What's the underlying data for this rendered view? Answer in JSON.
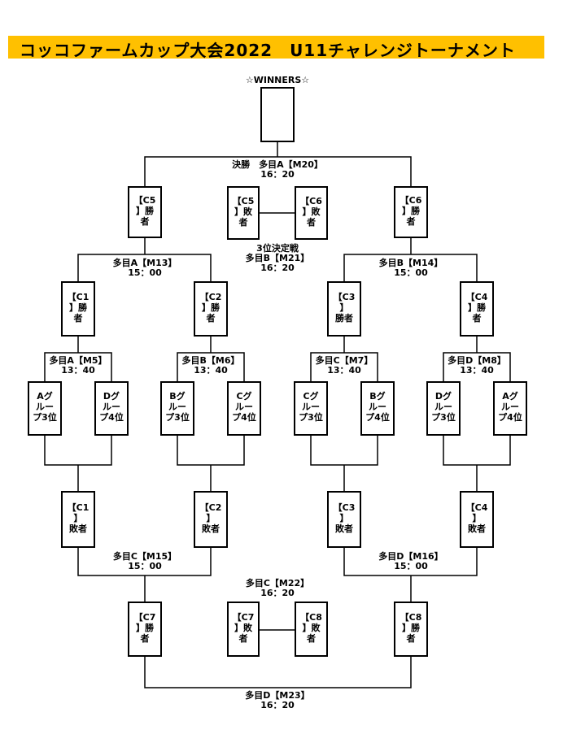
{
  "title": "コッコファームカップ大会2022　U11チャレンジトーナメント",
  "winners_label": "☆WINNERS☆",
  "winner_box": "",
  "boxes": {
    "c5_winner": "【C5\n】勝\n者",
    "c5_loser": "【C5\n】敗\n者",
    "c6_loser": "【C6\n】敗\n者",
    "c6_winner": "【C6\n】勝\n者",
    "c1_winner": "【C1\n】勝\n者",
    "c2_winner": "【C2\n】勝\n者",
    "c3_winner": "【C3\n】\n勝者",
    "c4_winner": "【C4\n】勝\n者",
    "a3": "Aグ\nルー\nプ3位",
    "d4": "Dグ\nルー\nプ4位",
    "b3": "Bグ\nルー\nプ3位",
    "c4g": "Cグ\nルー\nプ4位",
    "c3g": "Cグ\nルー\nプ3位",
    "b4": "Bグ\nルー\nプ4位",
    "d3": "Dグ\nルー\nプ3位",
    "a4": "Aグ\nルー\nプ4位",
    "c1_loser": "【C1\n】\n敗者",
    "c2_loser": "【C2\n】\n敗者",
    "c3_loser": "【C3\n】\n敗者",
    "c4_loser": "【C4\n】\n敗者",
    "c7_winner": "【C7\n】勝\n者",
    "c7_loser": "【C7\n】敗\n者",
    "c8_loser": "【C8\n】敗\n者",
    "c8_winner": "【C8\n】勝\n者"
  },
  "matches": {
    "final": "決勝　多目A【M20】\n16：20",
    "third": "3位決定戦\n多目B【M21】\n16：20",
    "m13": "多目A【M13】\n15：00",
    "m14": "多目B【M14】\n15：00",
    "m5": "多目A【M5】\n13：40",
    "m6": "多目B【M6】\n13：40",
    "m7": "多目C【M7】\n13：40",
    "m8": "多目D【M8】\n13：40",
    "m15": "多目C【M15】\n15：00",
    "m16": "多目D【M16】\n15：00",
    "m22": "多目C【M22】\n16：20",
    "m23": "多目D【M23】\n16：20"
  }
}
